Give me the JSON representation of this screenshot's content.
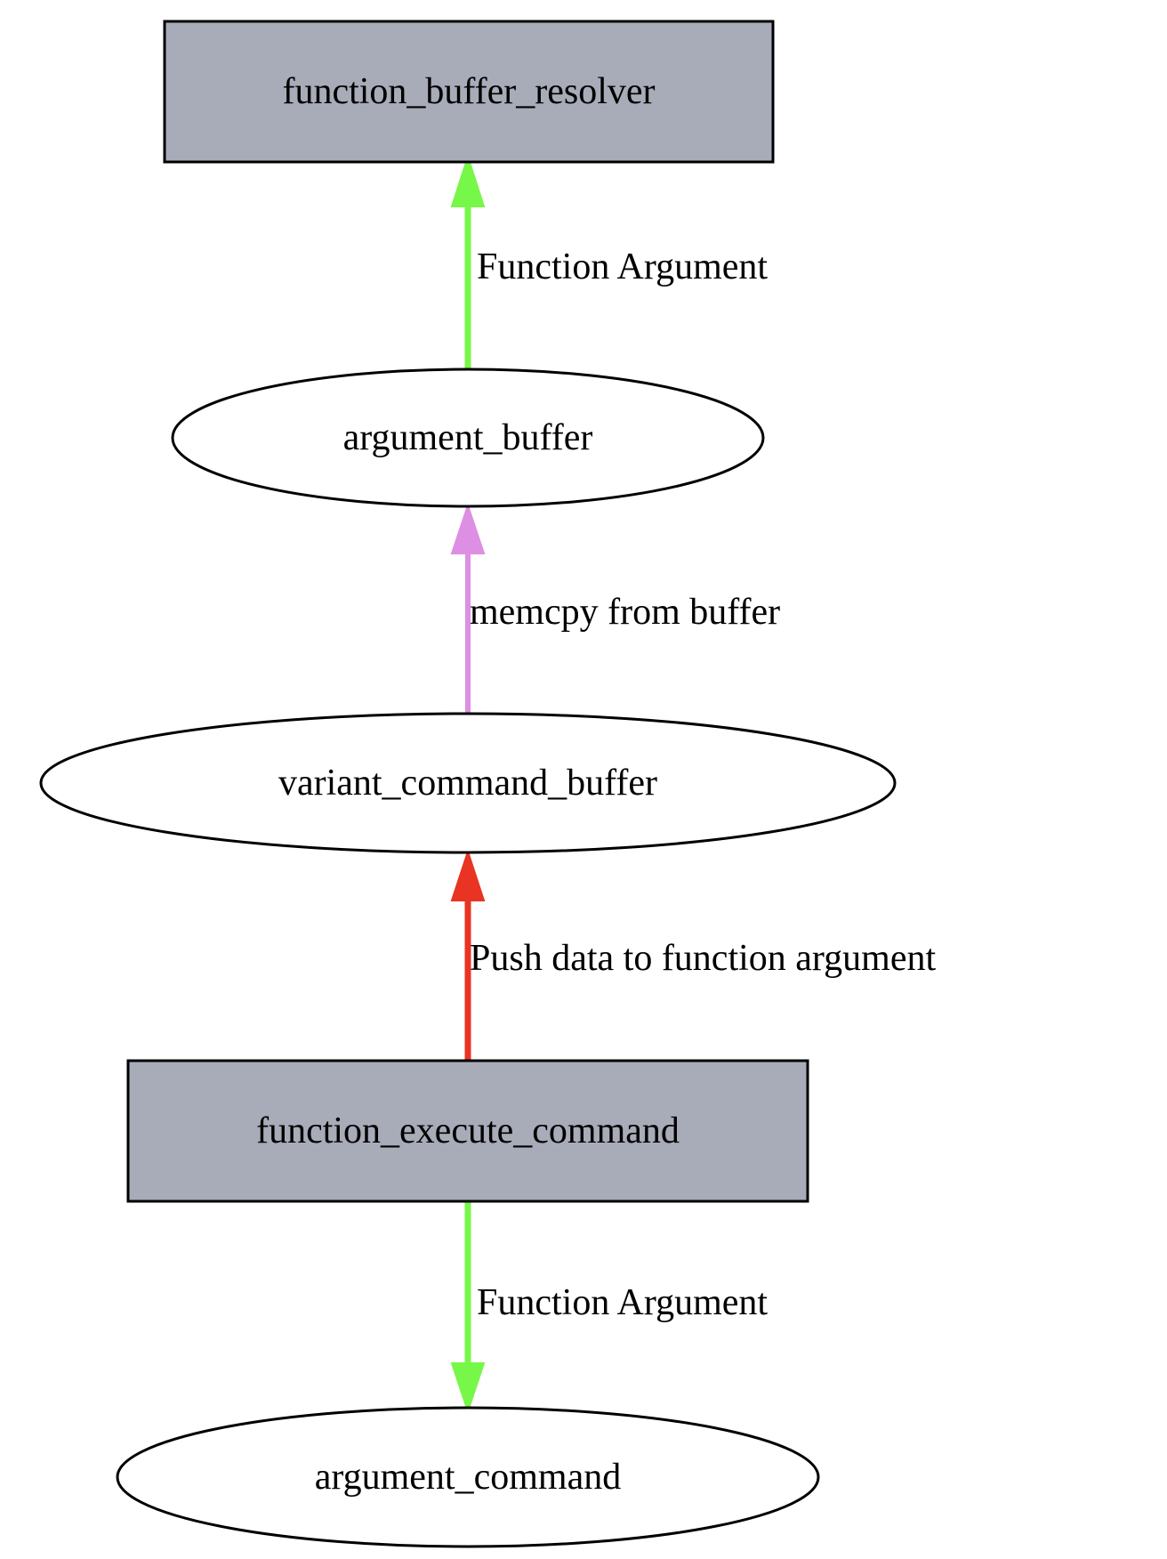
{
  "diagram": {
    "nodes": [
      {
        "id": "function_buffer_resolver",
        "label": "function_buffer_resolver",
        "shape": "box",
        "fill": "#a8abb8"
      },
      {
        "id": "argument_buffer",
        "label": "argument_buffer",
        "shape": "ellipse",
        "fill": "#ffffff"
      },
      {
        "id": "variant_command_buffer",
        "label": "variant_command_buffer",
        "shape": "ellipse",
        "fill": "#ffffff"
      },
      {
        "id": "function_execute_command",
        "label": "function_execute_command",
        "shape": "box",
        "fill": "#a8abb8"
      },
      {
        "id": "argument_command",
        "label": "argument_command",
        "shape": "ellipse",
        "fill": "#ffffff"
      }
    ],
    "edges": [
      {
        "from": "argument_buffer",
        "to": "function_buffer_resolver",
        "label": "Function Argument",
        "color": "#77f748"
      },
      {
        "from": "variant_command_buffer",
        "to": "argument_buffer",
        "label": "memcpy from buffer",
        "color": "#dd8fe3"
      },
      {
        "from": "function_execute_command",
        "to": "variant_command_buffer",
        "label": "Push data to function argument",
        "color": "#e93323"
      },
      {
        "from": "function_execute_command",
        "to": "argument_command",
        "label": "Function Argument",
        "color": "#77f748"
      }
    ]
  }
}
